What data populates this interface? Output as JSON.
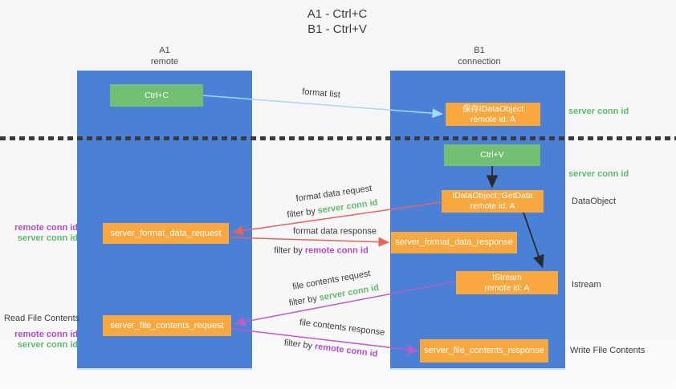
{
  "title": {
    "line1": "A1 - Ctrl+C",
    "line2": "B1 - Ctrl+V"
  },
  "columns": {
    "left": {
      "header_line1": "A1",
      "header_line2": "remote"
    },
    "right": {
      "header_line1": "B1",
      "header_line2": "connection"
    }
  },
  "boxes": {
    "ctrl_c": "Ctrl+C",
    "ctrl_v": "Ctrl+V",
    "save_idataobject": {
      "line1": "保存IDataObject",
      "line2": "remote id: A"
    },
    "getdata": {
      "line1": "IDataObject::GetData",
      "line2": "remote id: A"
    },
    "istream": {
      "line1": "IStream",
      "line2": "remote id: A"
    },
    "format_request": "server_format_data_request",
    "format_response": "server_format_data_response",
    "file_request": "server_file_contents_request",
    "file_response": "server_file_contents_response"
  },
  "arrow_labels": {
    "format_list": "format list",
    "format_data_request": "format data request",
    "format_data_response": "format data response",
    "file_contents_request": "file contents request",
    "file_contents_response": "file contents response",
    "filter_by": "filter by ",
    "server_conn_id": "server conn id",
    "remote_conn_id": "remote conn id"
  },
  "side_labels": {
    "server_conn_id_top": "server conn id",
    "server_conn_id_mid": "server conn id",
    "dataobject": "DataObject",
    "istream": "Istream",
    "write_file_contents": "Write File Contents",
    "read_file_contents": "Read File Contents",
    "remote_conn_id": "remote conn id",
    "server_conn_id": "server conn id"
  },
  "colors": {
    "column-blue": "#4A81D6",
    "box-green": "#72BF74",
    "box-orange": "#F8A83E",
    "arrow-blue": "#A9D6F5",
    "arrow-red": "#E8635C",
    "arrow-purple": "#BE5BC6",
    "arrow-black": "#2B2B2B",
    "text-green": "#5FBB6A",
    "text-purple": "#B44CC8",
    "text-dark": "#3C3C3C",
    "dash": "#3B3B3B"
  }
}
